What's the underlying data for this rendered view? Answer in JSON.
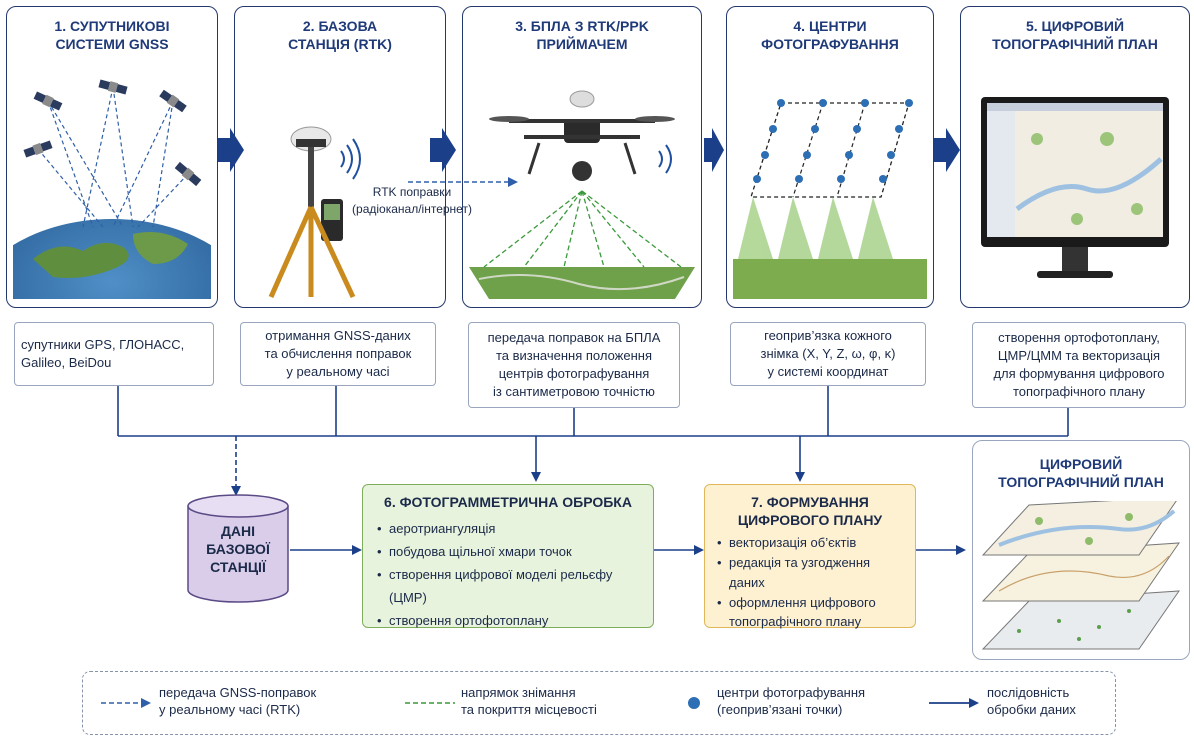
{
  "panels": [
    {
      "title": "1. СУПУТНИКОВІ\nСИСТЕМИ GNSS",
      "description": "супутники GPS, ГЛОНАСС,\nGalileo, BeiDou"
    },
    {
      "title": "2. БАЗОВА\nСТАНЦІЯ (RTK)",
      "description": "отримання GNSS-даних\nта обчислення поправок\nу реальному часі"
    },
    {
      "title": "3. БПЛА З RTK/PPK\nПРИЙМАЧЕМ",
      "description": "передача поправок на БПЛА\nта визначення положення\nцентрів фотографування\nіз сантиметровою точністю"
    },
    {
      "title": "4. ЦЕНТРИ\nФОТОГРАФУВАННЯ",
      "description": "геоприв’язка кожного\nзнімка (X, Y, Z, ω, φ, κ)\nу системі координат"
    },
    {
      "title": "5. ЦИФРОВИЙ\nТОПОГРАФІЧНИЙ ПЛАН",
      "description": "створення ортофотоплану,\nЦМР/ЦММ та векторизація\nдля формування цифрового\nтопографічного плану"
    }
  ],
  "rtk_label": "RTK поправки\n(радіоканал/інтернет)",
  "base_data": "ДАНІ\nБАЗОВОЇ\nСТАНЦІЇ",
  "photogrammetry": {
    "title": "6. ФОТОГРАММЕТРИЧНА ОБРОБКА",
    "items": [
      "аеротриангуляція",
      "побудова щільної хмари точок",
      "створення цифрової моделі рельєфу (ЦМР)",
      "створення ортофотоплану"
    ]
  },
  "digital_plan": {
    "title": "7. ФОРМУВАННЯ\nЦИФРОВОГО ПЛАНУ",
    "items": [
      "векторизація об’єктів",
      "редакція та узгодження даних",
      "оформлення цифрового\nтопографічного плану"
    ]
  },
  "final_title": "ЦИФРОВИЙ\nТОПОГРАФІЧНИЙ ПЛАН",
  "legend": [
    {
      "icon": "dashed-blue-arrow",
      "text": "передача GNSS-поправок\nу реальному часі (RTK)"
    },
    {
      "icon": "dashed-green-line",
      "text": "напрямок знімання\nта покриття місцевості"
    },
    {
      "icon": "blue-dot",
      "text": "центри фотографування\n(геоприв’язані точки)"
    },
    {
      "icon": "solid-arrow",
      "text": "послідовність\nобробки даних"
    }
  ],
  "colors": {
    "navy": "#1f3a78",
    "arrow_blue": "#1c3f8a",
    "photogrammetry_bg": "#e8f3dd",
    "photogrammetry_border": "#7fae5a",
    "digital_plan_bg": "#fdf1d2",
    "digital_plan_border": "#e0b75a",
    "cylinder": "#d9cdea",
    "dot_blue": "#2d6fb5",
    "green_dash": "#3a9a3a"
  }
}
